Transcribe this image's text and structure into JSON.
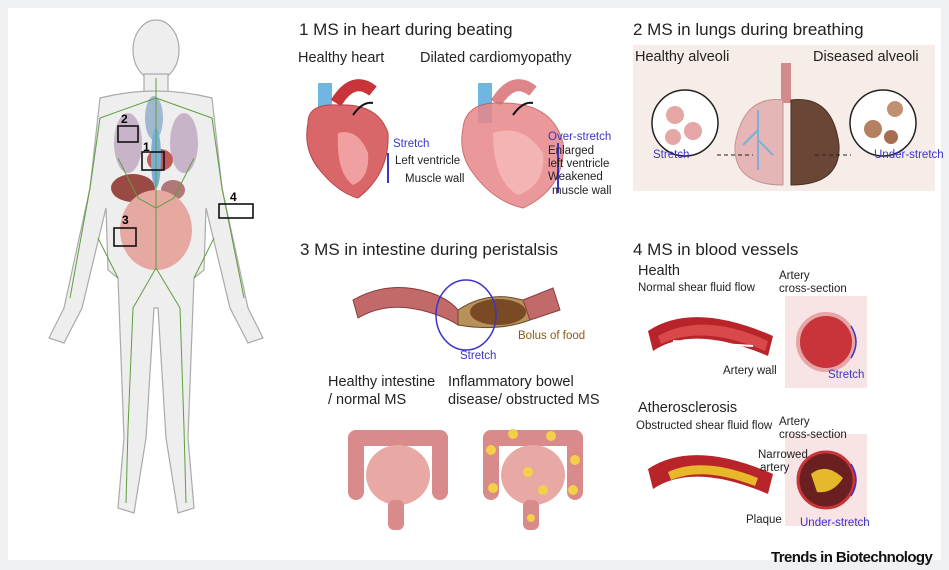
{
  "body": {
    "box_labels": [
      "1",
      "2",
      "3",
      "4"
    ]
  },
  "panel1": {
    "title": "1 MS in heart during beating",
    "healthy_title": "Healthy heart",
    "dilated_title": "Dilated cardiomyopathy",
    "stretch": "Stretch",
    "left_ventricle": "Left ventricle",
    "muscle_wall": "Muscle wall",
    "over_stretch": "Over-stretch",
    "enlarged": "Enlarged",
    "enlarged_lv": "left ventricle",
    "weakened": "Weakened",
    "weakened_wall": "muscle wall"
  },
  "panel2": {
    "title": "2 MS in lungs during breathing",
    "healthy": "Healthy alveoli",
    "diseased": "Diseased alveoli",
    "stretch": "Stretch",
    "under_stretch": "Under-stretch"
  },
  "panel3": {
    "title": "3 MS in intestine during peristalsis",
    "bolus": "Bolus of food",
    "stretch": "Stretch",
    "healthy_l1": "Healthy intestine",
    "healthy_l2": "/ normal MS",
    "ibd_l1": "Inflammatory bowel",
    "ibd_l2": "disease/ obstructed MS"
  },
  "panel4": {
    "title": "4 MS in blood vessels",
    "health": "Health",
    "normal_flow": "Normal shear fluid flow",
    "artery1": "Artery",
    "cross1": "cross-section",
    "artery_wall": "Artery wall",
    "stretch": "Stretch",
    "athero": "Atherosclerosis",
    "obstructed_flow": "Obstructed shear fluid flow",
    "artery2": "Artery",
    "cross2": "cross-section",
    "narrowed": "Narrowed",
    "artery_word": "artery",
    "plaque": "Plaque",
    "under_stretch": "Under-stretch"
  },
  "brand": "Trends in Biotechnology",
  "colors": {
    "accent_blue": "#3a34c8",
    "muscle": "#d9676a",
    "artery": "#b8242a",
    "plaque": "#e6b82a",
    "skin": "#eeeeee",
    "lymph": "#5e9e3e"
  }
}
